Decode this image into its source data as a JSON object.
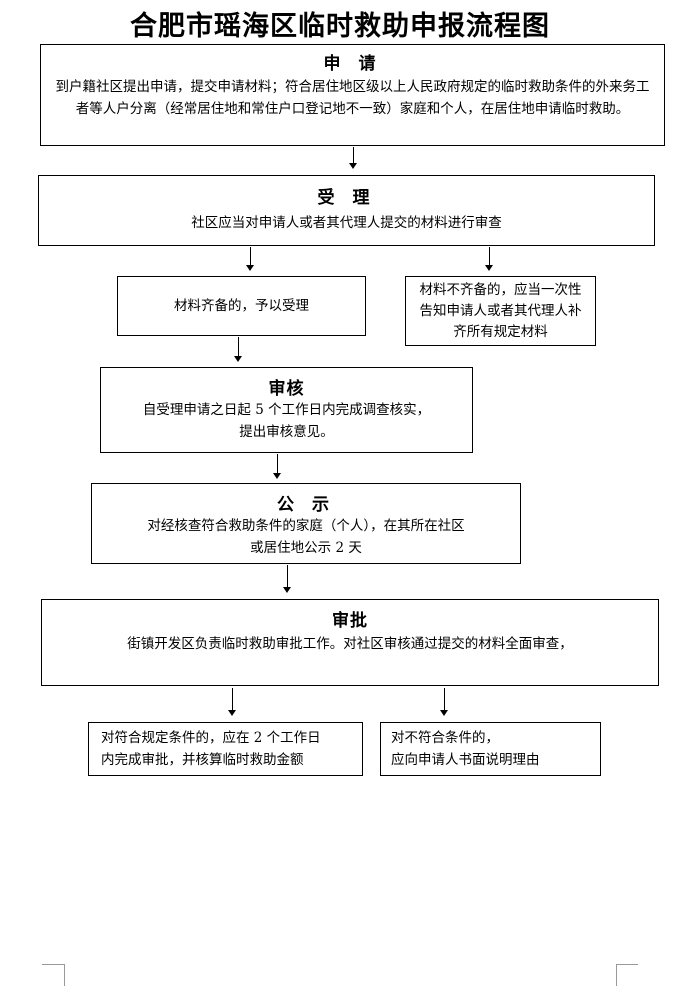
{
  "title": "合肥市瑶海区临时救助申报流程图",
  "steps": {
    "apply": {
      "head": "申 请",
      "text": "到户籍社区提出申请，提交申请材料；符合居住地区级以上人民政府规定的临时救助条件的外来务工者等人户分离（经常居住地和常住户口登记地不一致）家庭和个人，在居住地申请临时救助。"
    },
    "accept": {
      "head": "受 理",
      "text": "社区应当对申请人或者其代理人提交的材料进行审查"
    },
    "complete": {
      "text": "材料齐备的，予以受理"
    },
    "incomplete": {
      "text": "材料不齐备的，应当一次性告知申请人或者其代理人补齐所有规定材料"
    },
    "review": {
      "head": "审核",
      "line1": "自受理申请之日起 5 个工作日内完成调查核实，",
      "line2": "提出审核意见。"
    },
    "publicity": {
      "head": "公 示",
      "line1": "对经核查符合救助条件的家庭（个人），在其所在社区",
      "line2": "或居住地公示 2 天"
    },
    "approve": {
      "head": "审批",
      "text": "街镇开发区负责临时救助审批工作。对社区审核通过提交的材料全面审查，"
    },
    "qualified": {
      "line1": "对符合规定条件的，应在 2 个工作日",
      "line2": "内完成审批，并核算临时救助金额"
    },
    "unqualified": {
      "line1": "对不符合条件的，",
      "line2": "应向申请人书面说明理由"
    }
  }
}
